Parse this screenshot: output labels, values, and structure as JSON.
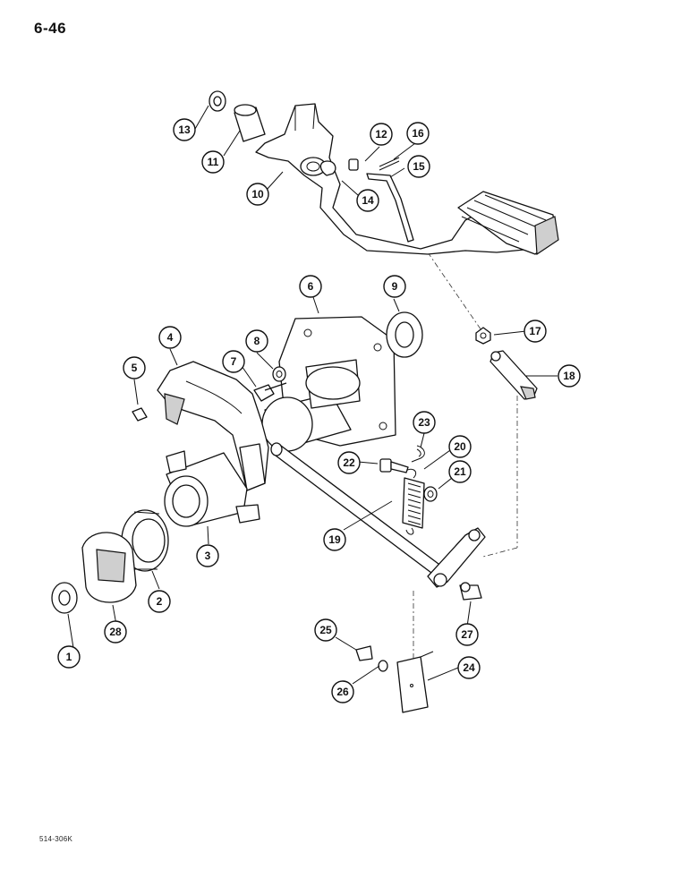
{
  "page": {
    "number": "6-46",
    "footer_code": "514-306K"
  },
  "callouts": [
    {
      "id": "1",
      "label": "1"
    },
    {
      "id": "2",
      "label": "2"
    },
    {
      "id": "3",
      "label": "3"
    },
    {
      "id": "4",
      "label": "4"
    },
    {
      "id": "5",
      "label": "5"
    },
    {
      "id": "6",
      "label": "6"
    },
    {
      "id": "7",
      "label": "7"
    },
    {
      "id": "8",
      "label": "8"
    },
    {
      "id": "9",
      "label": "9"
    },
    {
      "id": "10",
      "label": "10"
    },
    {
      "id": "11",
      "label": "11"
    },
    {
      "id": "12",
      "label": "12"
    },
    {
      "id": "13",
      "label": "13"
    },
    {
      "id": "14",
      "label": "14"
    },
    {
      "id": "15",
      "label": "15"
    },
    {
      "id": "16",
      "label": "16"
    },
    {
      "id": "17",
      "label": "17"
    },
    {
      "id": "18",
      "label": "18"
    },
    {
      "id": "19",
      "label": "19"
    },
    {
      "id": "20",
      "label": "20"
    },
    {
      "id": "21",
      "label": "21"
    },
    {
      "id": "22",
      "label": "22"
    },
    {
      "id": "23",
      "label": "23"
    },
    {
      "id": "24",
      "label": "24"
    },
    {
      "id": "25",
      "label": "25"
    },
    {
      "id": "26",
      "label": "26"
    },
    {
      "id": "27",
      "label": "27"
    },
    {
      "id": "28",
      "label": "28"
    }
  ]
}
